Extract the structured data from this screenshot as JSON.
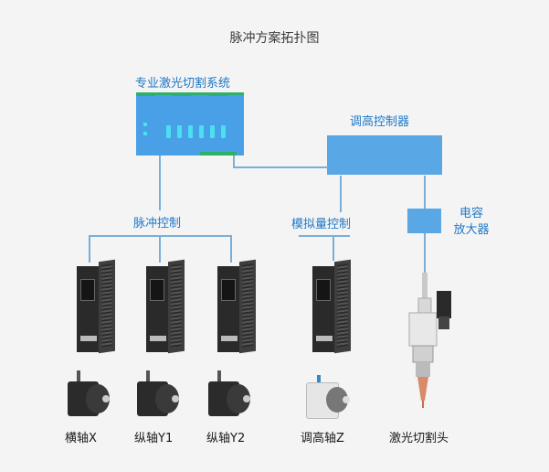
{
  "title": "脉冲方案拓扑图",
  "nodes": {
    "cutting_system": "专业激光切割系统",
    "height_controller": "调高控制器",
    "pulse_control": "脉冲控制",
    "analog_control": "模拟量控制",
    "capacitance_amplifier_line1": "电容",
    "capacitance_amplifier_line2": "放大器"
  },
  "axes": [
    {
      "label": "横轴X"
    },
    {
      "label": "纵轴Y1"
    },
    {
      "label": "纵轴Y2"
    },
    {
      "label": "调高轴Z"
    },
    {
      "label": "激光切割头"
    }
  ],
  "colors": {
    "accent_blue": "#1e78c8",
    "box_blue": "#5aa7e5",
    "line_blue": "#7aaed8",
    "controller_green": "#2fb06a",
    "display_cyan": "#49e0f0"
  }
}
